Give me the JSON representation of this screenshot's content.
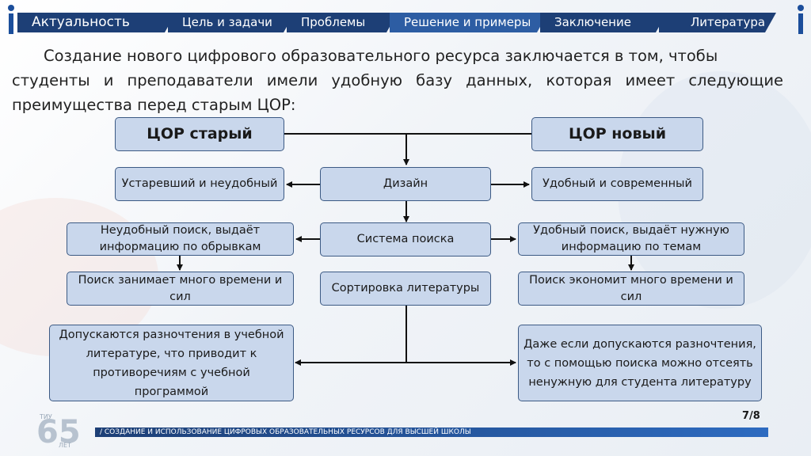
{
  "nav": {
    "tabs": [
      {
        "label": "Актуальность"
      },
      {
        "label": "Цель и задачи"
      },
      {
        "label": "Проблемы"
      },
      {
        "label": "Решение и примеры"
      },
      {
        "label": "Заключение"
      },
      {
        "label": "Литература ."
      }
    ],
    "active_index": 3
  },
  "intro": {
    "line1": "Создание нового цифрового образовательного ресурса заключается в том, чтобы",
    "line2": "студенты и преподаватели имели удобную базу данных, которая имеет следующие преимущества перед старым ЦОР:"
  },
  "diagram": {
    "old_head": "ЦОР старый",
    "new_head": "ЦОР новый",
    "old_design": "Устаревший и неудобный",
    "design": "Дизайн",
    "new_design": "Удобный и современный",
    "old_search": "Неудобный поиск, выдаёт информацию по обрывкам",
    "search": "Система поиска",
    "new_search": "Удобный поиск, выдаёт нужную информацию по темам",
    "old_time": "Поиск занимает много времени и сил",
    "sorting": "Сортировка литературы",
    "new_time": "Поиск экономит много времени и сил",
    "old_discrepancy": "Допускаются разночтения в учебной литературе, что приводит к противоречиям с учебной программой",
    "new_discrepancy": "Даже если допускаются разночтения, то с помощью поиска можно отсеять ненужную для студента литературу"
  },
  "footer": {
    "text": "/ СОЗДАНИЕ И ИСПОЛЬЗОВАНИЕ ЦИФРОВЫХ ОБРАЗОВАТЕЛЬНЫХ РЕСУРСОВ ДЛЯ ВЫСШЕЙ ШКОЛЫ",
    "page": "7/8",
    "logo_number": "65",
    "logo_top": "ТИУ",
    "logo_bottom": "ЛЕТ"
  },
  "colors": {
    "nav_bg": "#1d3f76",
    "nav_active": "#2d5da3",
    "box_fill": "#c9d7ec",
    "box_border": "#3c5a84",
    "connector": "#111111"
  }
}
